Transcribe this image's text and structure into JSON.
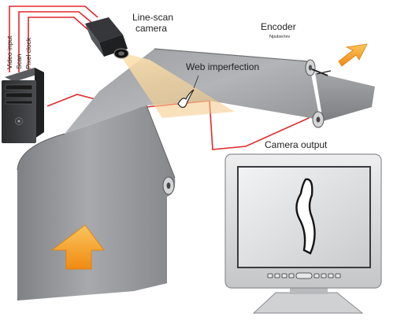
{
  "labels": {
    "camera_line1": "Line-scan",
    "camera_line2": "camera",
    "encoder": "Encoder",
    "encoder_sub": "Npulse/rev",
    "imperfection": "Web imperfection",
    "camera_output": "Camera output",
    "signal_video": "Video input",
    "signal_scan": "Scan",
    "signal_pixel": "Pixel clock"
  },
  "colors": {
    "signal_wire": "#e0292b",
    "web": "#8f9194",
    "web_dark": "#6e7073",
    "arrow": "#f7a21b",
    "monitor_frame": "#d9dadb"
  },
  "icons": {
    "computer": "desktop-tower-icon",
    "camera": "line-scan-camera-icon",
    "monitor": "crt-monitor-icon",
    "movement": "arrow-up-icon"
  }
}
